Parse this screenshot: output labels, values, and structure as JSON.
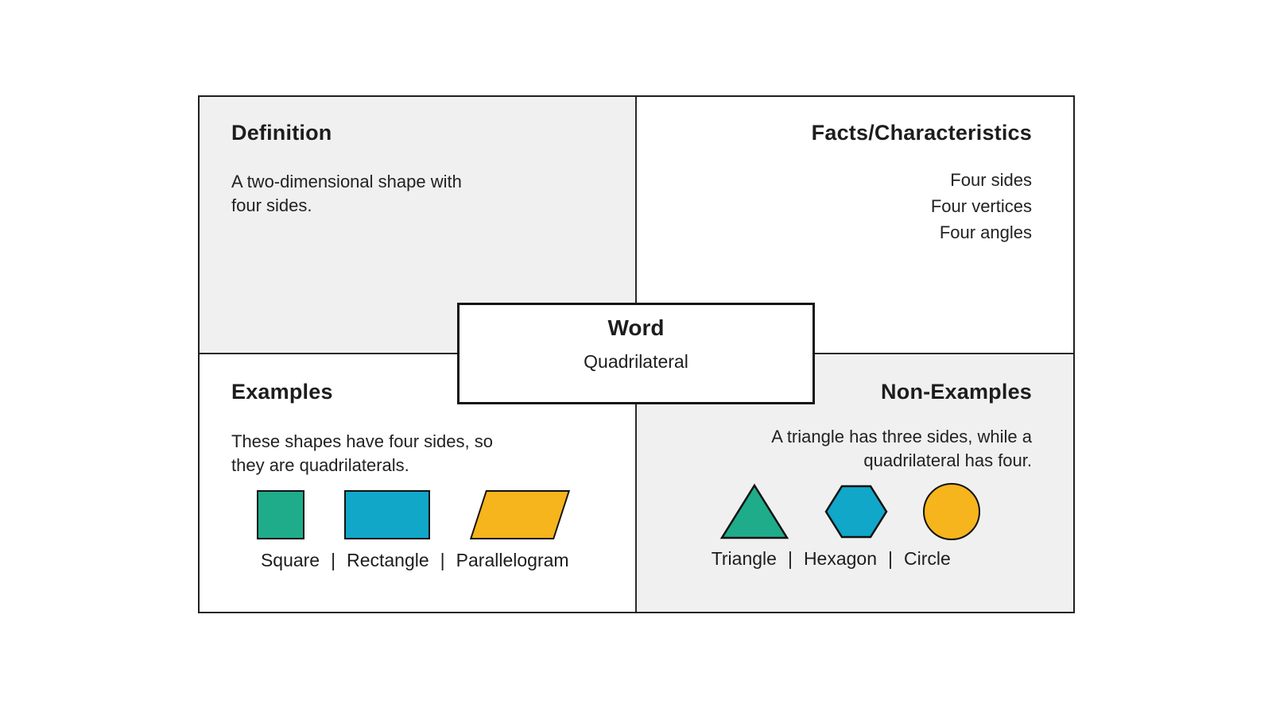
{
  "word_box": {
    "label": "Word",
    "value": "Quadrilateral"
  },
  "quadrants": {
    "definition": {
      "title": "Definition",
      "body": "A two-dimensional shape with four sides."
    },
    "facts": {
      "title": "Facts/Characteristics",
      "items": [
        "Four sides",
        "Four vertices",
        "Four angles"
      ]
    },
    "examples": {
      "title": "Examples",
      "body": "These shapes have four sides, so they are quadrilaterals.",
      "labels": [
        "Square",
        "Rectangle",
        "Parallelogram"
      ],
      "separator": "|",
      "shapes": [
        "square",
        "rectangle",
        "parallelogram"
      ]
    },
    "non_examples": {
      "title": "Non-Examples",
      "body": "A triangle has three sides, while a quadrilateral has four.",
      "labels": [
        "Triangle",
        "Hexagon",
        "Circle"
      ],
      "separator": "|",
      "shapes": [
        "triangle",
        "hexagon",
        "circle"
      ]
    }
  },
  "colors": {
    "green": "#1FAC8B",
    "blue": "#10A7C9",
    "yellow": "#F6B41D",
    "cell_gray": "#F0F0F0",
    "line": "#1F1F1F"
  }
}
